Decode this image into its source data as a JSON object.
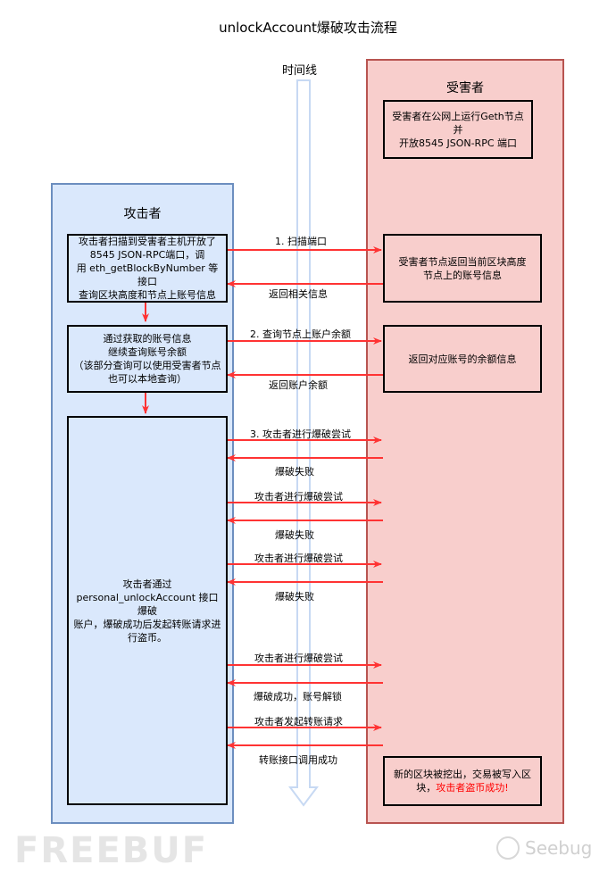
{
  "title": "unlockAccount爆破攻击流程",
  "timeline_label": "时间线",
  "attacker": {
    "title": "攻击者",
    "boxes": [
      {
        "lines": [
          "攻击者扫描到受害者主机开放了",
          "8545 JSON-RPC端口，调",
          "用 eth_getBlockByNumber 等接口",
          "查询区块高度和节点上账号信息"
        ]
      },
      {
        "lines": [
          "通过获取的账号信息",
          "继续查询账号余额",
          "（该部分查询可以使用受害者节点",
          "也可以本地查询）"
        ]
      },
      {
        "lines": [
          "攻击者通过",
          "personal_unlockAccount 接口爆破",
          "账户，爆破成功后发起转账请求进",
          "行盗币。"
        ]
      }
    ]
  },
  "victim": {
    "title": "受害者",
    "boxes": [
      {
        "lines": [
          "受害者在公网上运行Geth节点并",
          "开放8545 JSON-RPC 端口"
        ]
      },
      {
        "lines": [
          "受害者节点返回当前区块高度",
          "节点上的账号信息"
        ]
      },
      {
        "lines": [
          "返回对应账号的余额信息"
        ]
      },
      {
        "line1": "新的区块被挖出，交易被写入区",
        "line2_plain": "块，",
        "line2_highlight": "攻击者盗币成功!"
      }
    ]
  },
  "messages": [
    {
      "text": "1. 扫描端口"
    },
    {
      "text": "返回相关信息"
    },
    {
      "text": "2. 查询节点上账户余额"
    },
    {
      "text": "返回账户余额"
    },
    {
      "text": "3. 攻击者进行爆破尝试"
    },
    {
      "text": "爆破失败"
    },
    {
      "text": "攻击者进行爆破尝试"
    },
    {
      "text": "爆破失败"
    },
    {
      "text": "攻击者进行爆破尝试"
    },
    {
      "text": "爆破失败"
    },
    {
      "text": "攻击者进行爆破尝试"
    },
    {
      "text": "爆破成功，账号解锁"
    },
    {
      "text": "攻击者发起转账请求"
    },
    {
      "text": "转账接口调用成功"
    }
  ],
  "watermarks": {
    "left": "FREEBUF",
    "right": "Seebug"
  },
  "colors": {
    "attacker_fill": "#dae8fc",
    "attacker_border": "#6c8ebf",
    "victim_fill": "#f8cecc",
    "victim_border": "#b85450",
    "arrow": "#ff3333",
    "timeline": "#c7d9f3"
  }
}
